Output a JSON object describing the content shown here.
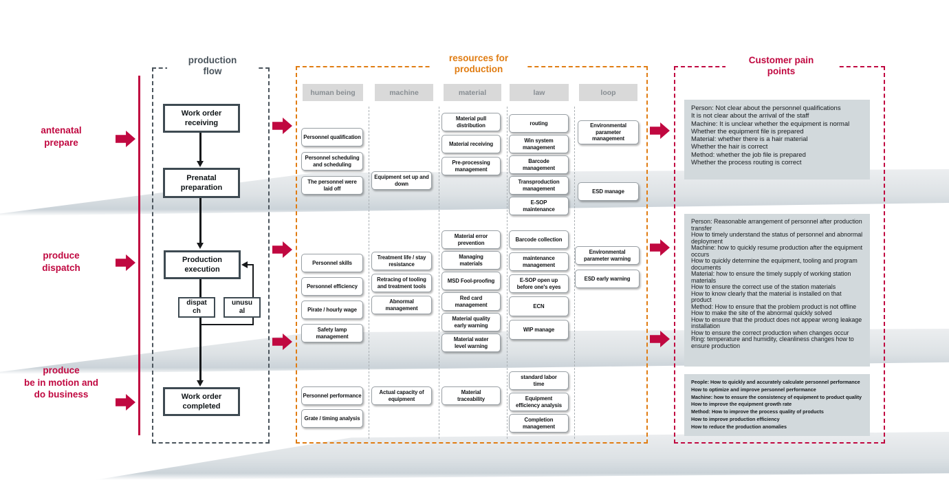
{
  "colors": {
    "crimson": "#c00840",
    "orange": "#e07c12",
    "slate": "#3e4a52",
    "panel_bg": "#d2d9dc",
    "header_bg": "#d9d9d9"
  },
  "stages": {
    "s1": "antenatal\nprepare",
    "s2": "produce\ndispatch",
    "s3": "produce\nbe in motion and\ndo business"
  },
  "flow": {
    "title": "production\nflow",
    "work_order_receiving": "Work order\nreceiving",
    "prenatal_preparation": "Prenatal\npreparation",
    "production_execution": "Production\nexecution",
    "dispatch": "dispat\nch",
    "unusual": "unusu\nal",
    "work_order_completed": "Work order\ncompleted"
  },
  "resources": {
    "title": "resources for\nproduction",
    "headers": [
      "human being",
      "machine",
      "material",
      "law",
      "loop"
    ],
    "s1": {
      "human": [
        "Personnel qualification",
        "Personnel scheduling\nand scheduling",
        "The personnel were\nlaid off"
      ],
      "machine": [
        "Equipment set up and\ndown"
      ],
      "material": [
        "Material pull\ndistribution",
        "Material receiving",
        "Pre-processing\nmanagement"
      ],
      "law": [
        "routing",
        "Win system\nmanagement",
        "Barcode\nmanagement",
        "Transproduction\nmanagement",
        "E-SOP\nmaintenance"
      ],
      "loop": [
        "Environmental\nparameter\nmanagement",
        "ESD manage"
      ]
    },
    "s2": {
      "human": [
        "Personnel skills",
        "Personnel efficiency",
        "Pirate / hourly wage",
        "Safety lamp\nmanagement"
      ],
      "machine": [
        "Treatment life / stay\nresistance",
        "Retracing of tooling\nand treatment tools",
        "Abnormal\nmanagement"
      ],
      "material": [
        "Material error\nprevention",
        "Managing\nmaterials",
        "MSD Fool-proofing",
        "Red card\nmanagement",
        "Material quality\nearly warning",
        "Material water\nlevel warning"
      ],
      "law": [
        "Barcode collection",
        "maintenance\nmanagement",
        "E-SOP open up\nbefore one's eyes",
        "ECN",
        "WIP manage"
      ],
      "loop": [
        "Environmental\nparameter warning",
        "ESD early warning"
      ]
    },
    "s3": {
      "human": [
        "Personnel performance",
        "Grate / timing analysis"
      ],
      "machine": [
        "Actual capacity of\nequipment"
      ],
      "material": [
        "Material\ntraceability"
      ],
      "law": [
        "standard labor\ntime",
        "Equipment\nefficiency analysis",
        "Completion\nmanagement"
      ]
    }
  },
  "pain": {
    "title": "Customer pain\npoints",
    "p1": "Person: Not clear about the personnel qualifications\nIt is not clear about the arrival of the staff\nMachine: It is unclear whether the equipment is normal\nWhether the equipment file is prepared\nMaterial: whether there is a hair material\nWhether the hair is correct\nMethod: whether the job file is prepared\nWhether the process routing is correct",
    "p2": "Person: Reasonable arrangement of personnel after production transfer\nHow to timely understand the status of personnel and abnormal deployment\nMachine: how to quickly resume production after the equipment occurs\nHow to quickly determine the equipment, tooling and program documents\nMaterial: how to ensure the timely supply of working station materials\nHow to ensure the correct use of the station materials\nHow to know clearly that the material is installed on that product\nMethod: How to ensure that the problem product is not offline\nHow to make the site of the abnormal quickly solved\nHow to ensure that the product does not appear wrong leakage installation\nHow to ensure the correct production when changes occur\nRing: temperature and humidity, cleanliness changes how to ensure production",
    "p3": "People: How to quickly and accurately calculate personnel performance\nHow to optimize and improve personnel performance\nMachine: how to ensure the consistency of equipment to product quality\nHow to improve the equipment growth rate\nMethod: How to improve the process quality of products\nHow to improve production efficiency\nHow to reduce the production anomalies"
  }
}
